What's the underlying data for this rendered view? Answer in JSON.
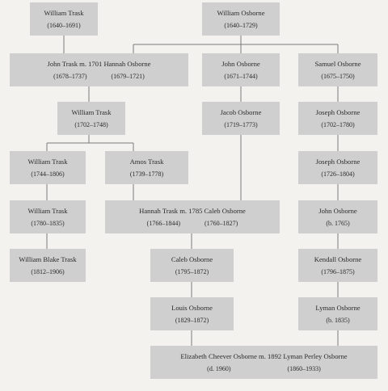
{
  "nodes": {
    "william_trask_1640": {
      "name": "William Trask",
      "dates": "(1640–1691)"
    },
    "william_osborne_1640": {
      "name": "William Osborne",
      "dates": "(1640–1729)"
    },
    "john_trask_hannah": {
      "name": "John Trask m. 1701 Hannah Osborne",
      "dates_left": "(1678–1737)",
      "dates_right": "(1679–1721)"
    },
    "john_osborne_1671": {
      "name": "John Osborne",
      "dates": "(1671–1744)"
    },
    "samuel_osborne": {
      "name": "Samuel Osborne",
      "dates": "(1675–1750)"
    },
    "william_trask_1702": {
      "name": "William Trask",
      "dates": "(1702–1748)"
    },
    "jacob_osborne": {
      "name": "Jacob Osborne",
      "dates": "(1719–1773)"
    },
    "joseph_osborne_1702": {
      "name": "Joseph Osborne",
      "dates": "(1702–1780)"
    },
    "william_trask_1744": {
      "name": "William Trask",
      "dates": "(1744–1806)"
    },
    "amos_trask": {
      "name": "Amos Trask",
      "dates": "(1739–1778)"
    },
    "joseph_osborne_1726": {
      "name": "Joseph Osborne",
      "dates": "(1726–1804)"
    },
    "william_trask_1780": {
      "name": "William Trask",
      "dates": "(1780–1835)"
    },
    "hannah_trask_caleb": {
      "name": "Hannah Trask m. 1785 Caleb Osborne",
      "dates_left": "(1766–1844)",
      "dates_right": "(1760–1827)"
    },
    "john_osborne_1765": {
      "name": "John Osborne",
      "dates": "(b. 1765)"
    },
    "william_blake_trask": {
      "name": "William Blake Trask",
      "dates": "(1812–1906)"
    },
    "caleb_osborne_1795": {
      "name": "Caleb Osborne",
      "dates": "(1795–1872)"
    },
    "kendall_osborne": {
      "name": "Kendall Osborne",
      "dates": "(1796–1875)"
    },
    "louis_osborne": {
      "name": "Louis Osborne",
      "dates": "(1829–1872)"
    },
    "lyman_osborne": {
      "name": "Lyman Osborne",
      "dates": "(b. 1835)"
    },
    "elizabeth_lyman": {
      "name": "Elizabeth Cheever Osborne m. 1892 Lyman Perley Osborne",
      "dates_left": "(d. 1960)",
      "dates_right": "(1860–1933)"
    }
  },
  "colors": {
    "box": "#cfcfcf",
    "line": "#7a7a7a",
    "background": "#f4f2ee"
  }
}
